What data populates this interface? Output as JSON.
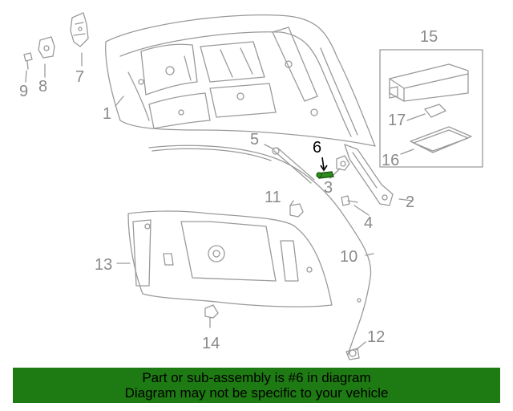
{
  "callouts": [
    {
      "id": "1",
      "label": "1"
    },
    {
      "id": "2",
      "label": "2"
    },
    {
      "id": "3",
      "label": "3"
    },
    {
      "id": "4",
      "label": "4"
    },
    {
      "id": "5",
      "label": "5"
    },
    {
      "id": "6",
      "label": "6"
    },
    {
      "id": "7",
      "label": "7"
    },
    {
      "id": "8",
      "label": "8"
    },
    {
      "id": "9",
      "label": "9"
    },
    {
      "id": "10",
      "label": "10"
    },
    {
      "id": "11",
      "label": "11"
    },
    {
      "id": "12",
      "label": "12"
    },
    {
      "id": "13",
      "label": "13"
    },
    {
      "id": "14",
      "label": "14"
    },
    {
      "id": "15",
      "label": "15"
    },
    {
      "id": "16",
      "label": "16"
    },
    {
      "id": "17",
      "label": "17"
    }
  ],
  "highlighted_part": "6",
  "banner": {
    "line1": "Part or sub-assembly is #6 in diagram",
    "line2": "Diagram may not be specific to your vehicle"
  },
  "colors": {
    "line_art": "#9a9a9a",
    "highlight_part": "#2e8b1e",
    "banner_bg": "#1e7a12",
    "banner_text": "#000000"
  }
}
